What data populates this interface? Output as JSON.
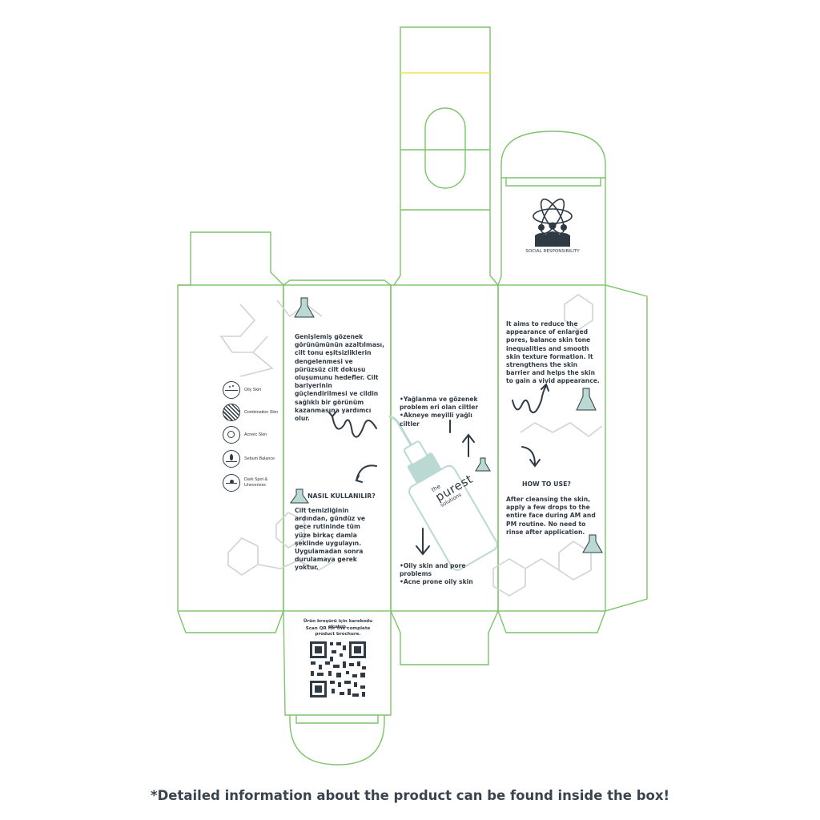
{
  "colors": {
    "dieline": "#7cc46a",
    "text": "#2f3a45",
    "accent_yellow": "#f0e44a",
    "bottle": "#b9d9d2"
  },
  "skin_types": [
    {
      "icon": "oily-skin-icon",
      "label": "Oily Skin"
    },
    {
      "icon": "combination-skin-icon",
      "label": "Combination Skin"
    },
    {
      "icon": "acneic-skin-icon",
      "label": "Acneic Skin"
    },
    {
      "icon": "sebum-balance-icon",
      "label": "Sebum Balance"
    },
    {
      "icon": "dark-spot-icon",
      "label": "Dark Spot & Uneveness"
    }
  ],
  "tr_panel": {
    "description": "Genişlemiş gözenek görünümünün azaltılması, cilt tonu eşitsizliklerin dengelenmesi ve pürüzsüz cilt dokusu oluşumunu hedefler. Cilt bariyerinin güçlendirilmesi ve cildin sağlıklı bir görünüm kazanmasına yardımcı olur.",
    "how_to_title": "NASIL KULLANILIR?",
    "how_to_text": "Cilt temizliğinin ardından, gündüz ve gece rutininde tüm yüze birkaç damla şeklinde uygulayın. Uygulamadan sonra durulamaya gerek yoktur."
  },
  "front_panel": {
    "tr_bullets": [
      "•Yağlanma ve gözenek problem eri olan ciltler",
      "•Akneye meyilli yağlı ciltler"
    ],
    "brand_the": "the",
    "brand_name": "purest",
    "brand_sub": "solutions",
    "en_bullets": [
      "•Oily skin and pore problems",
      "•Acne prone oily skin"
    ]
  },
  "en_panel": {
    "description": "It aims to reduce the appearance of enlarged pores, balance skin tone inequalities and smooth skin texture formation. It strengthens the skin barrier and helps the skin to gain a vivid appearance.",
    "how_to_title": "HOW TO USE?",
    "how_to_text": "After cleansing the skin, apply a few drops to the entire face during AM and PM routine. No need to rinse after application."
  },
  "top_flap": {
    "social_label": "SOCIAL RESPONSIBILITY"
  },
  "qr_panel": {
    "tr_text": "Ürün broşürü için karekodu okutun.",
    "en_text": "Scan QR for the complete product brochure."
  },
  "footer_note": "*Detailed information about the product can be found inside the box!"
}
